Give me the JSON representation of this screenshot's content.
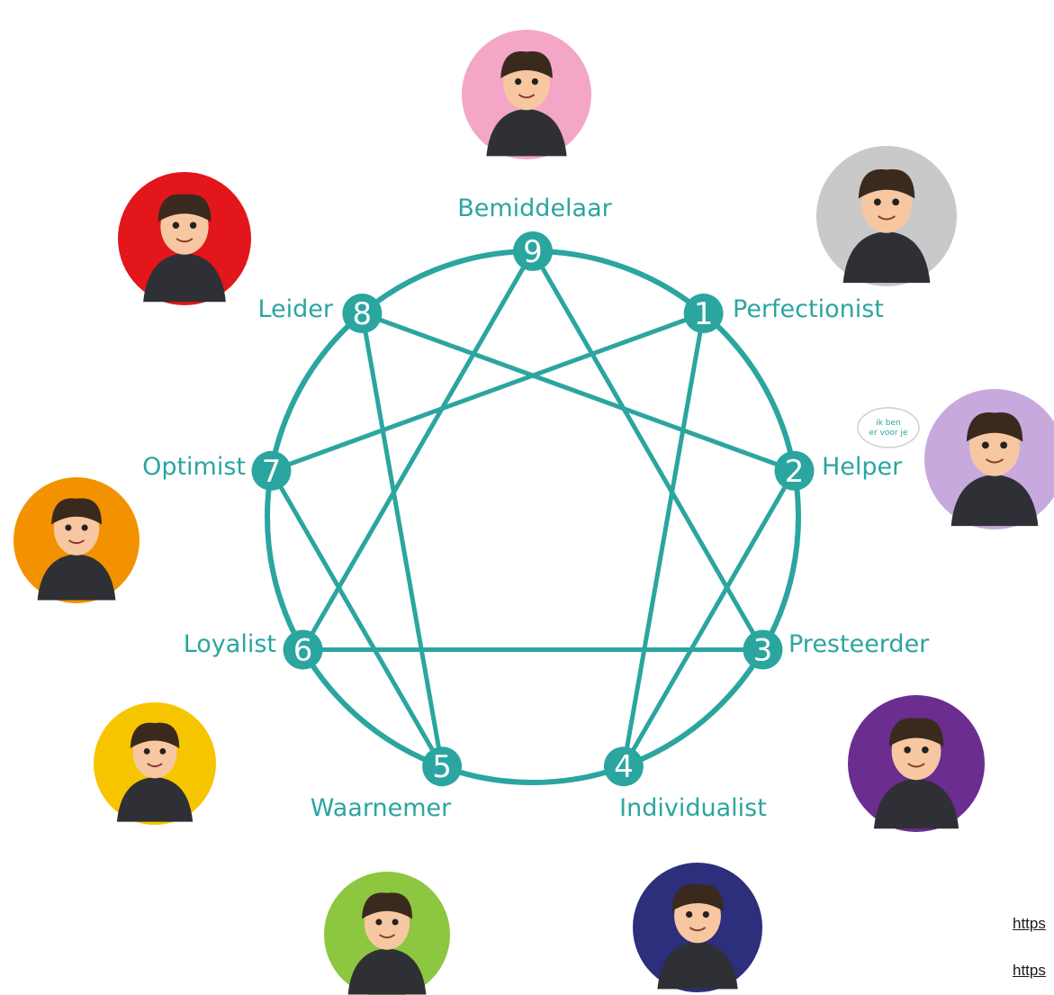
{
  "colors": {
    "accent": "#2ba5a0",
    "node_text": "#ffffff"
  },
  "types": [
    {
      "number": "1",
      "name": "Perfectionist",
      "avatar_bg": "#c9c9c9",
      "avatar_icon": "judge-scales-icon"
    },
    {
      "number": "2",
      "name": "Helper",
      "avatar_bg": "#c8a9de",
      "avatar_icon": "helpdesk-headset-icon",
      "speech": [
        "ik ben",
        "er voor je"
      ]
    },
    {
      "number": "3",
      "name": "Presteerder",
      "avatar_bg": "#6b2d8f",
      "avatar_icon": "trophy-icon"
    },
    {
      "number": "4",
      "name": "Individualist",
      "avatar_bg": "#2d2e7c",
      "avatar_icon": "paint-palette-icon"
    },
    {
      "number": "5",
      "name": "Waarnemer",
      "avatar_bg": "#8dc63f",
      "avatar_icon": "tablet-lightbulb-icon"
    },
    {
      "number": "6",
      "name": "Loyalist",
      "avatar_bg": "#f7c500",
      "avatar_icon": "police-officer-icon"
    },
    {
      "number": "7",
      "name": "Optimist",
      "avatar_bg": "#f39200",
      "avatar_icon": "cheering-person-icon"
    },
    {
      "number": "8",
      "name": "Leider",
      "avatar_bg": "#e3161b",
      "avatar_icon": "business-chart-icon"
    },
    {
      "number": "9",
      "name": "Bemiddelaar",
      "avatar_bg": "#f3a6c6",
      "avatar_icon": "peace-dove-icon"
    }
  ],
  "edges": [
    [
      "1",
      "4"
    ],
    [
      "4",
      "2"
    ],
    [
      "2",
      "8"
    ],
    [
      "8",
      "5"
    ],
    [
      "5",
      "7"
    ],
    [
      "7",
      "1"
    ],
    [
      "3",
      "6"
    ],
    [
      "6",
      "9"
    ],
    [
      "9",
      "3"
    ]
  ],
  "links": [
    "https",
    "https"
  ]
}
